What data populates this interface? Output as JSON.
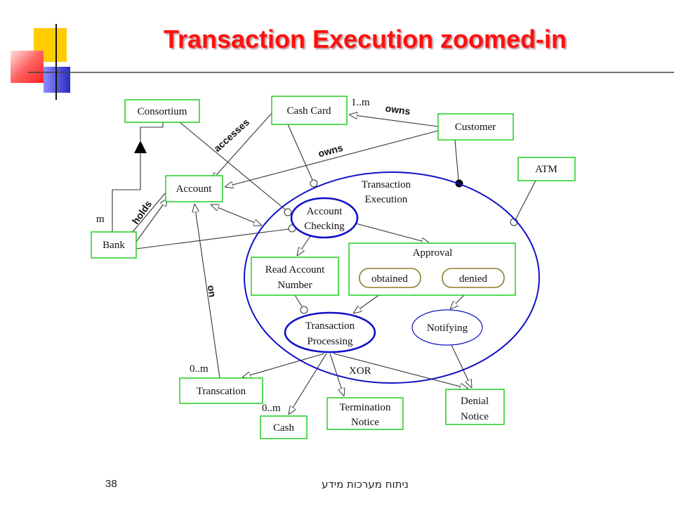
{
  "slide": {
    "title": "Transaction Execution zoomed-in",
    "page_number": "38",
    "footer": "ניתוח מערכות מידע"
  },
  "diagram": {
    "objects": {
      "consortium": "Consortium",
      "cash_card": "Cash Card",
      "customer": "Customer",
      "atm": "ATM",
      "account": "Account",
      "bank": "Bank",
      "read_account_number": [
        "Read Account",
        "Number"
      ],
      "approval": "Approval",
      "transcation": "Transcation",
      "cash": "Cash",
      "termination_notice": [
        "Termination",
        "Notice"
      ],
      "denial_notice": [
        "Denial",
        "Notice"
      ]
    },
    "states": {
      "obtained": "obtained",
      "denied": "denied"
    },
    "processes": {
      "transaction_execution": [
        "Transaction",
        "Execution"
      ],
      "account_checking": [
        "Account",
        "Checking"
      ],
      "transaction_processing": [
        "Transaction",
        "Processing"
      ],
      "notifying": "Notifying"
    },
    "link_labels": {
      "accesses": "accesses",
      "owns_card": "owns",
      "owns_account": "owns",
      "holds": "holds",
      "on": "on",
      "bank_multiplicity": "m",
      "card_multiplicity": "1..m",
      "transcation_multiplicity": "0..m",
      "cash_multiplicity": "0..m",
      "xor": "XOR"
    }
  },
  "colors": {
    "title": "#ff1010",
    "object_border": "#2fd12f",
    "process_border": "#1010c8",
    "state_border": "#8b7d2a",
    "link": "#333333",
    "deco_yellow": "#ffcc00",
    "deco_red": "#ff3030",
    "deco_blue": "#3030c8"
  }
}
